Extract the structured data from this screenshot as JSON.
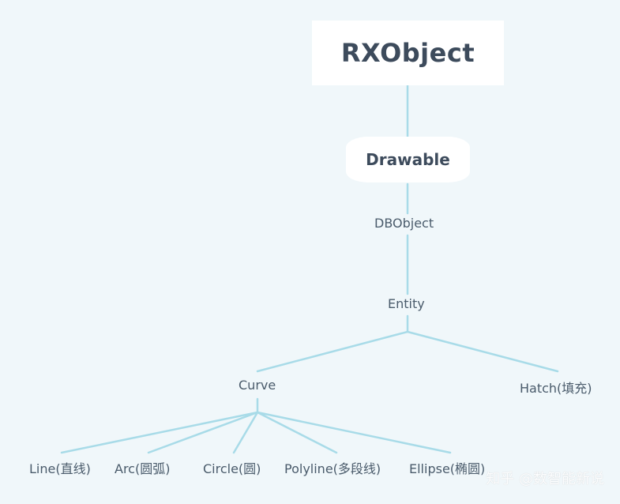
{
  "root": {
    "label": "RXObject"
  },
  "drawable": {
    "label": "Drawable"
  },
  "nodes": {
    "dbobject": "DBObject",
    "entity": "Entity",
    "curve": "Curve",
    "hatch": "Hatch(填充)",
    "line": "Line(直线)",
    "arc": "Arc(圆弧)",
    "circle": "Circle(圆)",
    "polyline": "Polyline(多段线)",
    "ellipse": "Ellipse(椭圆)"
  },
  "watermark": "知乎 @数智能新说",
  "colors": {
    "connector": "#a8dbe8",
    "background": "#f0f7fa",
    "text": "#4a5b6b"
  }
}
